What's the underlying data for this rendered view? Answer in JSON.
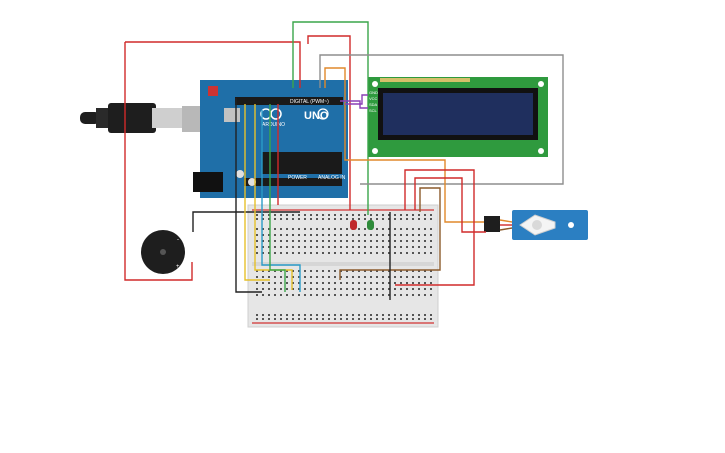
{
  "arduino": {
    "brand": "ARDUINO",
    "model": "UNO",
    "digital_label": "DIGITAL (PWM~)",
    "analog_label": "ANALOG IN",
    "power_label": "POWER"
  },
  "lcd": {
    "pin_labels": [
      "GND",
      "VCC",
      "SDA",
      "SCL"
    ]
  },
  "colors": {
    "board": "#1f6fa8",
    "lcd_screen": "#1f2f5e",
    "lcd_pcb": "#2f9a3e",
    "wire_red": "#d12a2a",
    "wire_green": "#3aa64a",
    "wire_orange": "#e0892b",
    "wire_gray": "#8e8e8e",
    "wire_purple": "#8a3fb6",
    "wire_yellow": "#e6c02a",
    "wire_blue": "#2a9cc8",
    "wire_brown": "#8b5a2b",
    "wire_black": "#222222",
    "servo": "#2b7fc2",
    "led_red": "#c0282b",
    "led_green": "#2e8b3a"
  },
  "icons": [
    "usb-cable-icon",
    "buzzer-icon",
    "servo-icon",
    "led-icon",
    "breadboard-icon",
    "arduino-board-icon",
    "lcd-icon"
  ]
}
